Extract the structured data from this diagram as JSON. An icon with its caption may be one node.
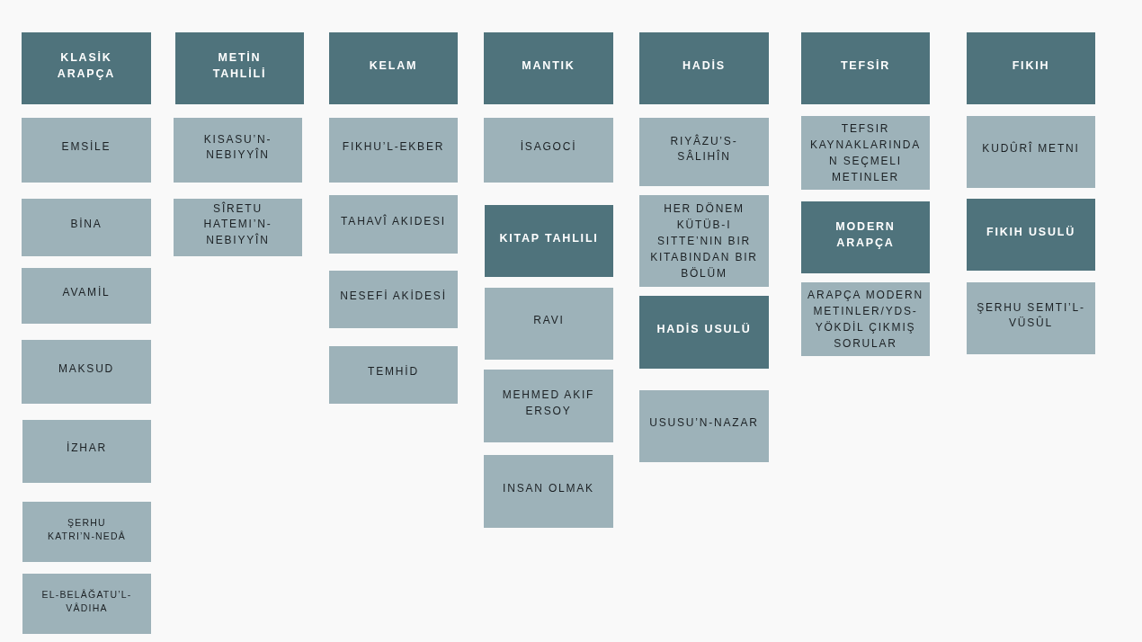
{
  "diagram": {
    "nodes": [
      {
        "text": [
          "KLASİK ARAPÇA"
        ]
      },
      {
        "text": [
          "EMSİLE"
        ]
      },
      {
        "text": [
          "BİNA"
        ]
      },
      {
        "text": [
          "AVAMİL"
        ]
      },
      {
        "text": [
          "MAKSUD"
        ]
      },
      {
        "text": [
          "İZHAR"
        ]
      },
      {
        "text": [
          "ŞERHU KATRI’N-NEDÂ"
        ]
      },
      {
        "text": [
          "EL-BELÂĞATU’L-VÂDIHA"
        ]
      },
      {
        "text": [
          "METİN TAHLİLİ"
        ]
      },
      {
        "text": [
          "KISASU’N-NEBIYYÎN"
        ]
      },
      {
        "text": [
          "SÎRETU HATEMI’N-NEBIYYÎN"
        ]
      },
      {
        "text": [
          "KELAM"
        ]
      },
      {
        "text": [
          "FIKHU’L-EKBER"
        ]
      },
      {
        "text": [
          "TAHAVÎ AKIDESI"
        ]
      },
      {
        "text": [
          "NESEFİ AKİDESİ"
        ]
      },
      {
        "text": [
          "TEMHİD"
        ]
      },
      {
        "text": [
          "MANTIK"
        ]
      },
      {
        "text": [
          "İSAGOCİ"
        ]
      },
      {
        "text": [
          "KITAP TAHLILI"
        ]
      },
      {
        "text": [
          "RAVI"
        ]
      },
      {
        "text": [
          "MEHMED AKIF ERSOY"
        ]
      },
      {
        "text": [
          "INSAN OLMAK"
        ]
      },
      {
        "text": [
          "HADİS"
        ]
      },
      {
        "text": [
          "RIYÂZU’S-SÂLIHÎN"
        ]
      },
      {
        "text": [
          "HER DÖNEM KÜTÜB-I SITTE’NIN BIR KITABINDAN BIR BÖLÜM"
        ]
      },
      {
        "text": [
          "HADİS USULÜ"
        ]
      },
      {
        "text": [
          "USUSU’N-NAZAR"
        ]
      },
      {
        "text": [
          "TEFSİR"
        ]
      },
      {
        "text": [
          "TEFSIR KAYNAKLARINDAN SEÇMELI METINLER"
        ]
      },
      {
        "text": [
          "MODERN ARAPÇA"
        ]
      },
      {
        "text": [
          "ARAPÇA MODERN METINLER/YDS-YÖKDİL ÇIKMIŞ SORULAR"
        ]
      },
      {
        "text": [
          "FIKIH"
        ]
      },
      {
        "text": [
          "KUDÛRÎ METNI"
        ]
      },
      {
        "text": [
          "FIKIH USULÜ"
        ]
      },
      {
        "text": [
          "ŞERHU SEMTI’L-VÜSÛL"
        ]
      }
    ],
    "edges": []
  }
}
